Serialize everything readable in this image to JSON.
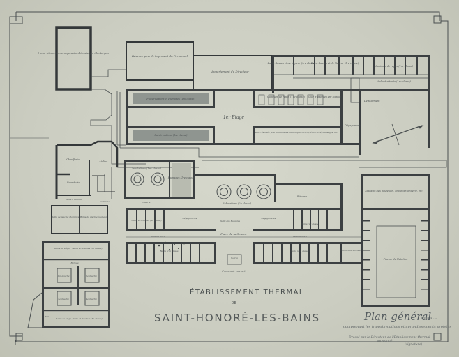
{
  "document": {
    "title_line1": "ÉTABLISSEMENT THERMAL",
    "title_de": "DE",
    "title_line2": "SAINT-HONORÉ-LES-BAINS",
    "plan_title": "Plan général",
    "plan_scale": "(échelle ...)",
    "plan_subtitle": "comprenant les transformations et agrandissements projetés",
    "plan_author_line1": "Dressé par le Directeur de l'Établissement thermal",
    "plan_author_line2": "soussigné",
    "plan_signature": "(signature)"
  },
  "rooms": {
    "local_electrique": "Local réservé aux appareils d'éclairage électrique",
    "reserve_logement": "Réserve pour le logement du Personnel",
    "appartement": "Appartement du Directeur",
    "bains_1_2": "Bains Russes et de Vapeur (1re classe)",
    "bains_vapeur": "Bains Russes et de Vapeur (1re classe)",
    "cabinets_repos": "Cabinets de repos (1re classe)",
    "salle_attente_1": "Salle d'attente (1re classe)",
    "degagement_1": "Dégagement",
    "degagement_2": "Dégagement",
    "pulverisations_douches": "Pulvérisations et Humages (1re classe)",
    "pulverisations": "Pulvérisations (1re classe)",
    "etage": "1er Étage",
    "cabinets_repos_2": "Cabinets de repos (1re classe)",
    "salle_attente_2": "Salle d'attente (1re classe)",
    "salle_reservee": "Salle réservée pour traitements mécaniques divers, Électricité, Massages, etc.",
    "chaufferie": "Chaufferie",
    "atelier": "Atelier",
    "buanderie": "Buanderie",
    "salle_attente_3": "Salle d'attente",
    "vestibule": "Vestibule",
    "inhalations_1": "Inhalations (1re classe)",
    "humages": "Humages (1re classe)",
    "inhalations_2": "Inhalations (2e classe)",
    "reserve": "Réserve",
    "galerie": "Galerie",
    "bains_douches": "Bains et douches (2e classe)",
    "degagements_1": "Dégagements",
    "salle_buvettes": "Salle des Buvettes",
    "degagements_2": "Dégagements",
    "bains_2e": "Bains (2e classe)",
    "galerie_nord_1": "Galerie Nord",
    "galerie_nord_2": "Galerie Nord",
    "place_source": "Place de la Source",
    "bains_1re": "Bains (1re classe)",
    "bains_1re_b": "Bains (1re classe)",
    "source": "Source",
    "cabinet_docteur": "Cabinet du Docteur",
    "promenoir": "Promenoir couvert",
    "magasin": "Magasin des bouteilles, chauffoir, lingerie, etc.",
    "piscine": "Piscine de Natation",
    "bains_piscine_l": "Bains de piscine (hommes)",
    "bains_piscine_r": "Bains de piscine (dames)",
    "bains_siege_1": "Bains de siège",
    "bains_douches_3": "Bains et douches (3e classe)",
    "douches_1": "1er douche",
    "douches_2": "2e douche",
    "douches_3": "3e douche",
    "douches_4": "4e douche",
    "bains_siege_2": "Bains de siège",
    "bains_douches_4": "Bains et douches (3e classe)",
    "bureau": "Bureau",
    "wc": "W.C."
  },
  "colors": {
    "paper": "#cfd0c4",
    "wall": "#3c4042",
    "ink": "#4a4f50"
  }
}
